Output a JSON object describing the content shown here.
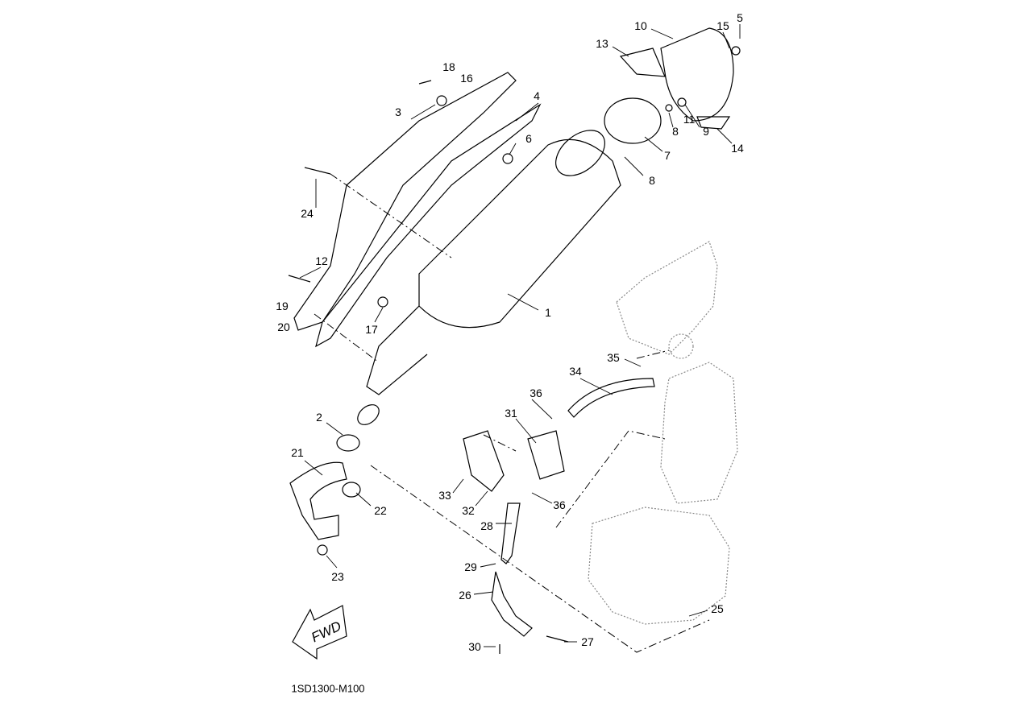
{
  "diagram_code": "1SD1300-M100",
  "fwd_label": "FWD",
  "callouts": [
    "10",
    "15",
    "5",
    "13",
    "18",
    "16",
    "4",
    "3",
    "11",
    "8",
    "9",
    "14",
    "6",
    "7",
    "8",
    "24",
    "12",
    "1",
    "19",
    "20",
    "17",
    "35",
    "34",
    "36",
    "31",
    "2",
    "21",
    "33",
    "22",
    "32",
    "36",
    "28",
    "29",
    "23",
    "26",
    "25",
    "30",
    "27"
  ]
}
